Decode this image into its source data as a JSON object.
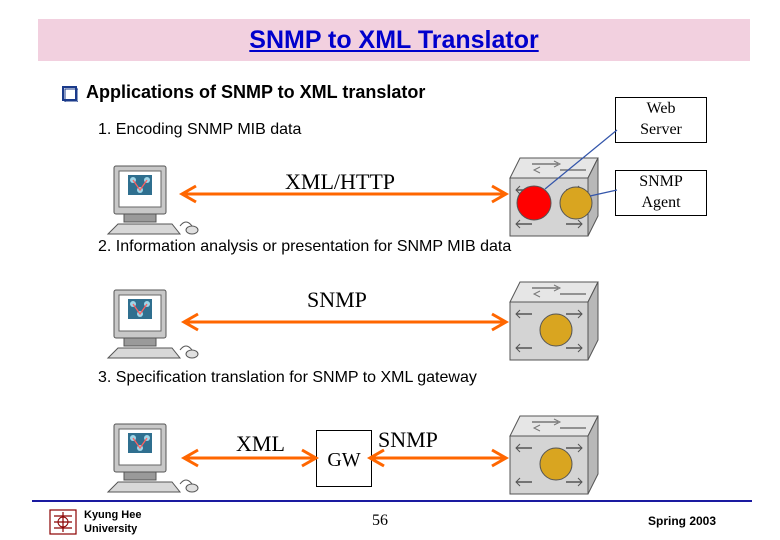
{
  "title": "SNMP to XML Translator",
  "heading": "Applications of SNMP to XML translator",
  "items": [
    "1. Encoding SNMP MIB data",
    "2.  Information analysis or presentation for SNMP MIB data",
    "3.  Specification translation for SNMP to XML gateway"
  ],
  "labels": {
    "xml_http": "XML/HTTP",
    "snmp_1": "SNMP",
    "xml": "XML",
    "gw": "GW",
    "snmp_2": "SNMP"
  },
  "callouts": {
    "web_server_line1": "Web",
    "web_server_line2": "Server",
    "snmp_agent_line1": "SNMP",
    "snmp_agent_line2": "Agent"
  },
  "footer": {
    "university_line1": "Kyung Hee",
    "university_line2": "University",
    "page": "56",
    "date": "Spring 2003"
  },
  "colors": {
    "title": "#0000cc",
    "title_bg": "#f2d0df",
    "arrow": "#ff6600",
    "web_server_node": "#ff0000",
    "agent_node": "#d9a520"
  },
  "icons": [
    "workstation-icon",
    "switch-cube-icon",
    "university-logo-icon"
  ]
}
